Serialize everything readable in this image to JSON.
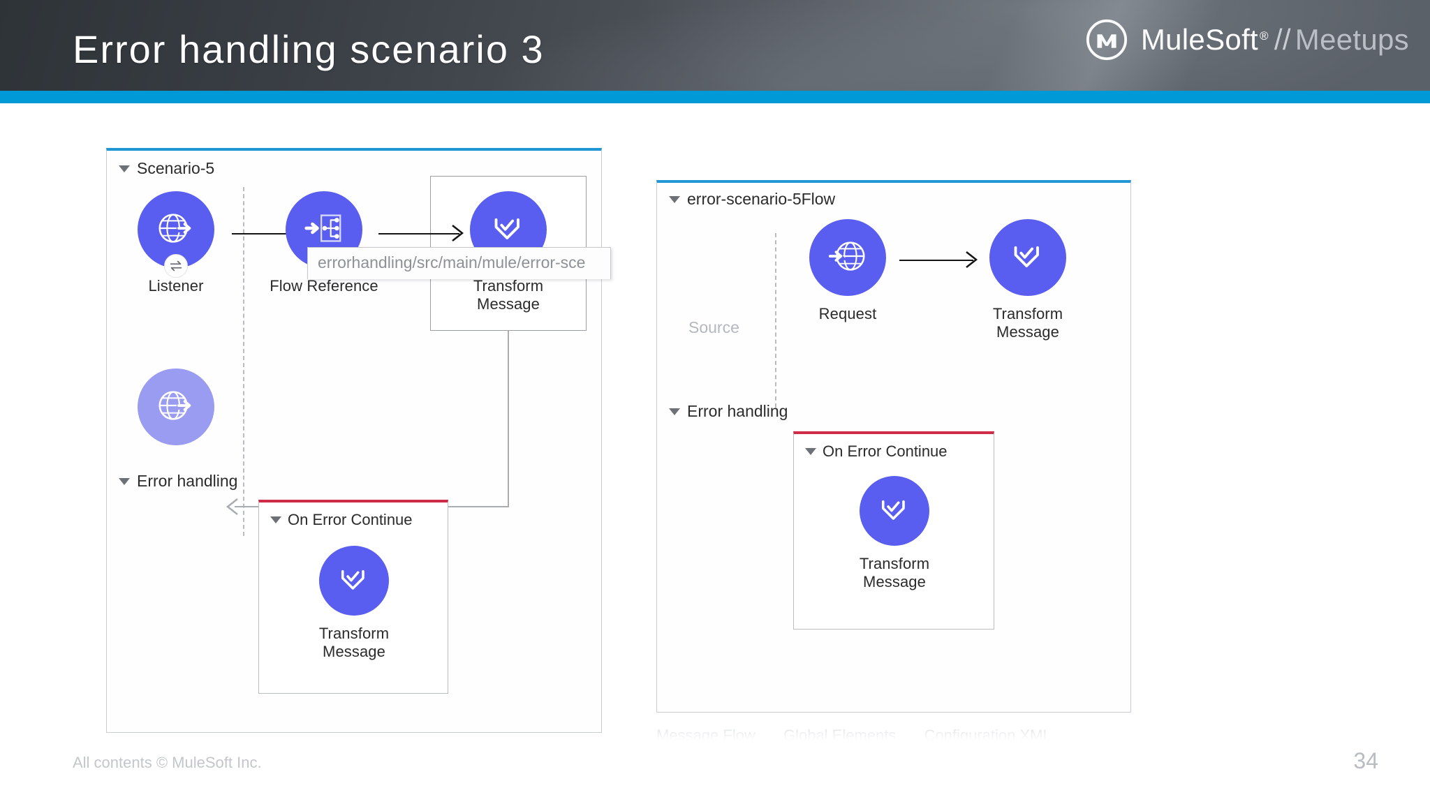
{
  "header": {
    "title": "Error handling scenario 3",
    "brand": {
      "name": "MuleSoft",
      "registered": "®",
      "separator": "//",
      "sub": "Meetups"
    }
  },
  "editor_tab": {
    "label": "errorhandling/src/main/mule/error-sce"
  },
  "left_panel": {
    "flow_name": "Scenario-5",
    "nodes": [
      {
        "id": "listener",
        "label": "Listener",
        "icon": "globe-arrow-icon",
        "badge": "exchange-icon"
      },
      {
        "id": "flow-reference",
        "label": "Flow Reference",
        "icon": "flow-reference-icon",
        "badge": ""
      },
      {
        "id": "transform-message",
        "label": "Transform\nMessage",
        "icon": "transform-message-icon",
        "badge": ""
      },
      {
        "id": "listener-response",
        "label": "",
        "icon": "globe-arrow-icon",
        "badge": ""
      }
    ],
    "node_labels": {
      "listener": "Listener",
      "flow_reference": "Flow Reference",
      "transform_line1": "Transform",
      "transform_line2": "Message"
    },
    "error_handling": {
      "section_label": "Error handling",
      "scope_label": "On Error Continue",
      "node_line1": "Transform",
      "node_line2": "Message"
    }
  },
  "right_panel": {
    "flow_name": "error-scenario-5Flow",
    "source_label": "Source",
    "nodes": {
      "request": "Request",
      "transform_line1": "Transform",
      "transform_line2": "Message"
    },
    "error_handling": {
      "section_label": "Error handling",
      "scope_label": "On Error Continue",
      "node_line1": "Transform",
      "node_line2": "Message"
    },
    "bottom_tabs": [
      "Message Flow",
      "Global Elements",
      "Configuration XML"
    ]
  },
  "footer": {
    "copyright": "All contents © MuleSoft Inc.",
    "page_number": "34"
  },
  "colors": {
    "accent_cyan": "#0099d8",
    "node_purple": "#5a5ef0",
    "node_purple_faded": "#9a9cf2",
    "error_red": "#cf2c4a",
    "panel_blue": "#2196d4",
    "header_dark": "#3a3f45"
  }
}
